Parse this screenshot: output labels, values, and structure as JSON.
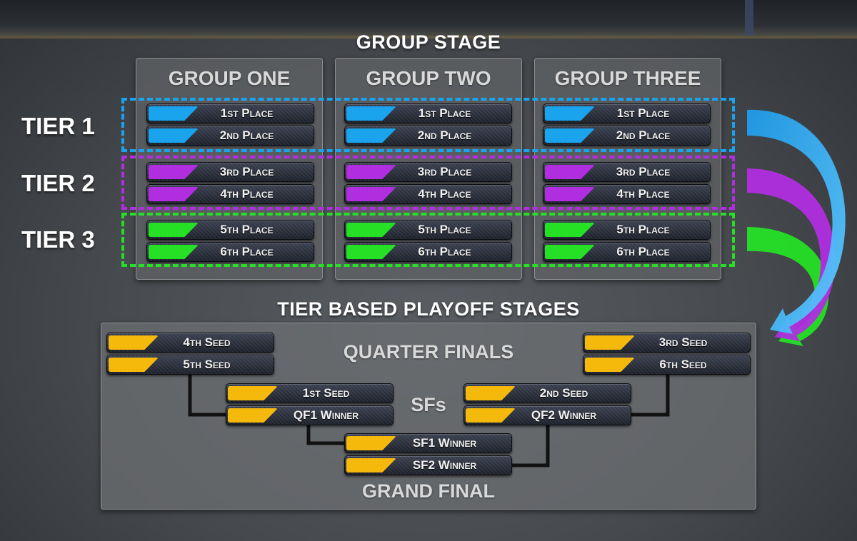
{
  "titles": {
    "group_stage": "GROUP STAGE",
    "playoff_stages": "TIER BASED PLAYOFF STAGES"
  },
  "groups": [
    {
      "name": "GROUP ONE",
      "slots": [
        "1st Place",
        "2nd Place",
        "3rd Place",
        "4th Place",
        "5th Place",
        "6th Place"
      ]
    },
    {
      "name": "GROUP TWO",
      "slots": [
        "1st Place",
        "2nd Place",
        "3rd Place",
        "4th Place",
        "5th Place",
        "6th Place"
      ]
    },
    {
      "name": "GROUP THREE",
      "slots": [
        "1st Place",
        "2nd Place",
        "3rd Place",
        "4th Place",
        "5th Place",
        "6th Place"
      ]
    }
  ],
  "tiers": [
    "TIER 1",
    "TIER 2",
    "TIER 3"
  ],
  "colors": {
    "tier1": "#1aa4ee",
    "tier2": "#b02ee0",
    "tier3": "#25e025",
    "playoff": "#f5b90c"
  },
  "playoffs": {
    "quarter_finals_label": "QUARTER FINALS",
    "semi_finals_label": "SFs",
    "grand_final_label": "GRAND FINAL",
    "qf1": [
      "4th Seed",
      "5th Seed"
    ],
    "qf2": [
      "3rd Seed",
      "6th Seed"
    ],
    "sf1": [
      "1st Seed",
      "QF1 Winner"
    ],
    "sf2": [
      "2nd Seed",
      "QF2 Winner"
    ],
    "final": [
      "SF1 Winner",
      "SF2 Winner"
    ]
  }
}
